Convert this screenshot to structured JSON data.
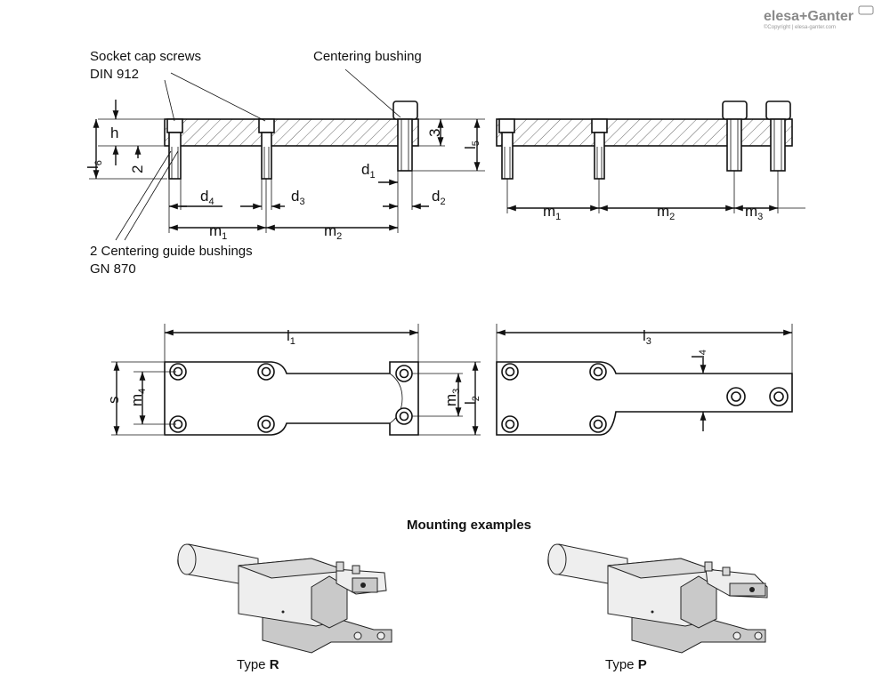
{
  "brand": {
    "logo": "elesa+Ganter",
    "copyright": "©Copyright | elesa-ganter.com"
  },
  "callouts": {
    "socket_cap_screws": "Socket cap screws",
    "din_912": "DIN 912",
    "centering_bushing": "Centering bushing",
    "centering_guide_bushings": "2 Centering guide bushings",
    "gn_870": "GN 870"
  },
  "dimensions": {
    "h": "h",
    "l": "l",
    "s": "s",
    "m": "m",
    "d": "d",
    "sub1": "1",
    "sub2": "2",
    "sub3": "3",
    "sub4": "4",
    "sub5": "5",
    "sub6": "6",
    "two": "2",
    "three": "3"
  },
  "mounting": {
    "title": "Mounting examples",
    "type_word": "Type",
    "type_r": "R",
    "type_p": "P"
  }
}
